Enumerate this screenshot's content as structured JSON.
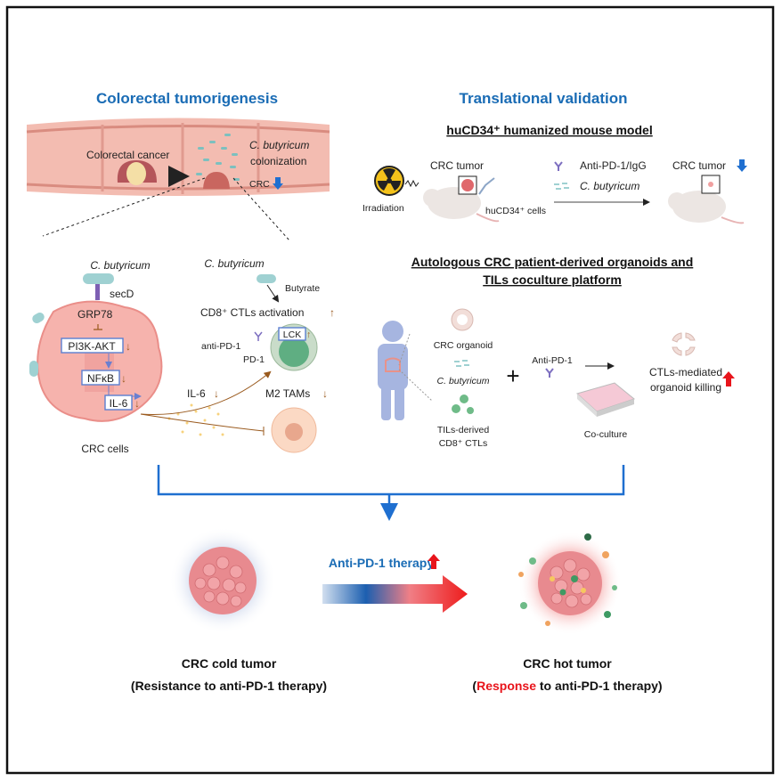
{
  "left_panel": {
    "title": "Colorectal tumorigenesis",
    "colon": {
      "cancer_label": "Colorectal cancer",
      "colonization_species": "C. butyricum",
      "colonization_label": "colonization",
      "crc_label": "CRC"
    },
    "cell_pathway": {
      "bacterium": "C. butyricum",
      "secd": "secD",
      "grp78": "GRP78",
      "pi3k": "PI3K-AKT",
      "nfkb": "NFκB",
      "il6": "IL-6",
      "cell_label": "CRC cells"
    },
    "immune": {
      "bacterium": "C. butyricum",
      "butyrate": "Butyrate",
      "activation": "CD8⁺ CTLs activation",
      "lck": "LCK",
      "anti_pd1": "anti-PD-1",
      "pd1": "PD-1",
      "il6": "IL-6",
      "m2": "M2 TAMs"
    }
  },
  "right_panel": {
    "title": "Translational validation",
    "mouse_model": {
      "title": "huCD34⁺ humanized mouse model",
      "irradiation": "Irradiation",
      "crc_tumor": "CRC tumor",
      "cells": "huCD34⁺ cells",
      "treatment": "Anti-PD-1/IgG",
      "bacterium": "C. butyricum",
      "result": "CRC tumor"
    },
    "organoid": {
      "title_line1": "Autologous CRC patient-derived organoids and",
      "title_line2": "TILs coculture platform",
      "organoid": "CRC organoid",
      "bacterium": "C. butyricum",
      "tils_line1": "TILs-derived",
      "tils_line2": "CD8⁺ CTLs",
      "plus": "+",
      "anti_pd1": "Anti-PD-1",
      "coculture": "Co-culture",
      "result_line1": "CTLs-mediated",
      "result_line2": "organoid killing"
    }
  },
  "bottom": {
    "therapy_label": "Anti-PD-1 therapy",
    "cold_title": "CRC cold tumor",
    "cold_sub": "(Resistance to anti-PD-1 therapy)",
    "hot_title": "CRC hot tumor",
    "hot_sub_open": "(",
    "hot_sub_highlight": "Response",
    "hot_sub_rest": " to anti-PD-1 therapy)"
  },
  "colors": {
    "title_blue": "#1a6cb5",
    "down_arrow_blue": "#1f6fd0",
    "up_arrow_red": "#e8141b",
    "brown_arrow": "#9a5a1e",
    "cell_pink": "#f6b3ad",
    "bacteria_teal": "#9fd1d2"
  }
}
